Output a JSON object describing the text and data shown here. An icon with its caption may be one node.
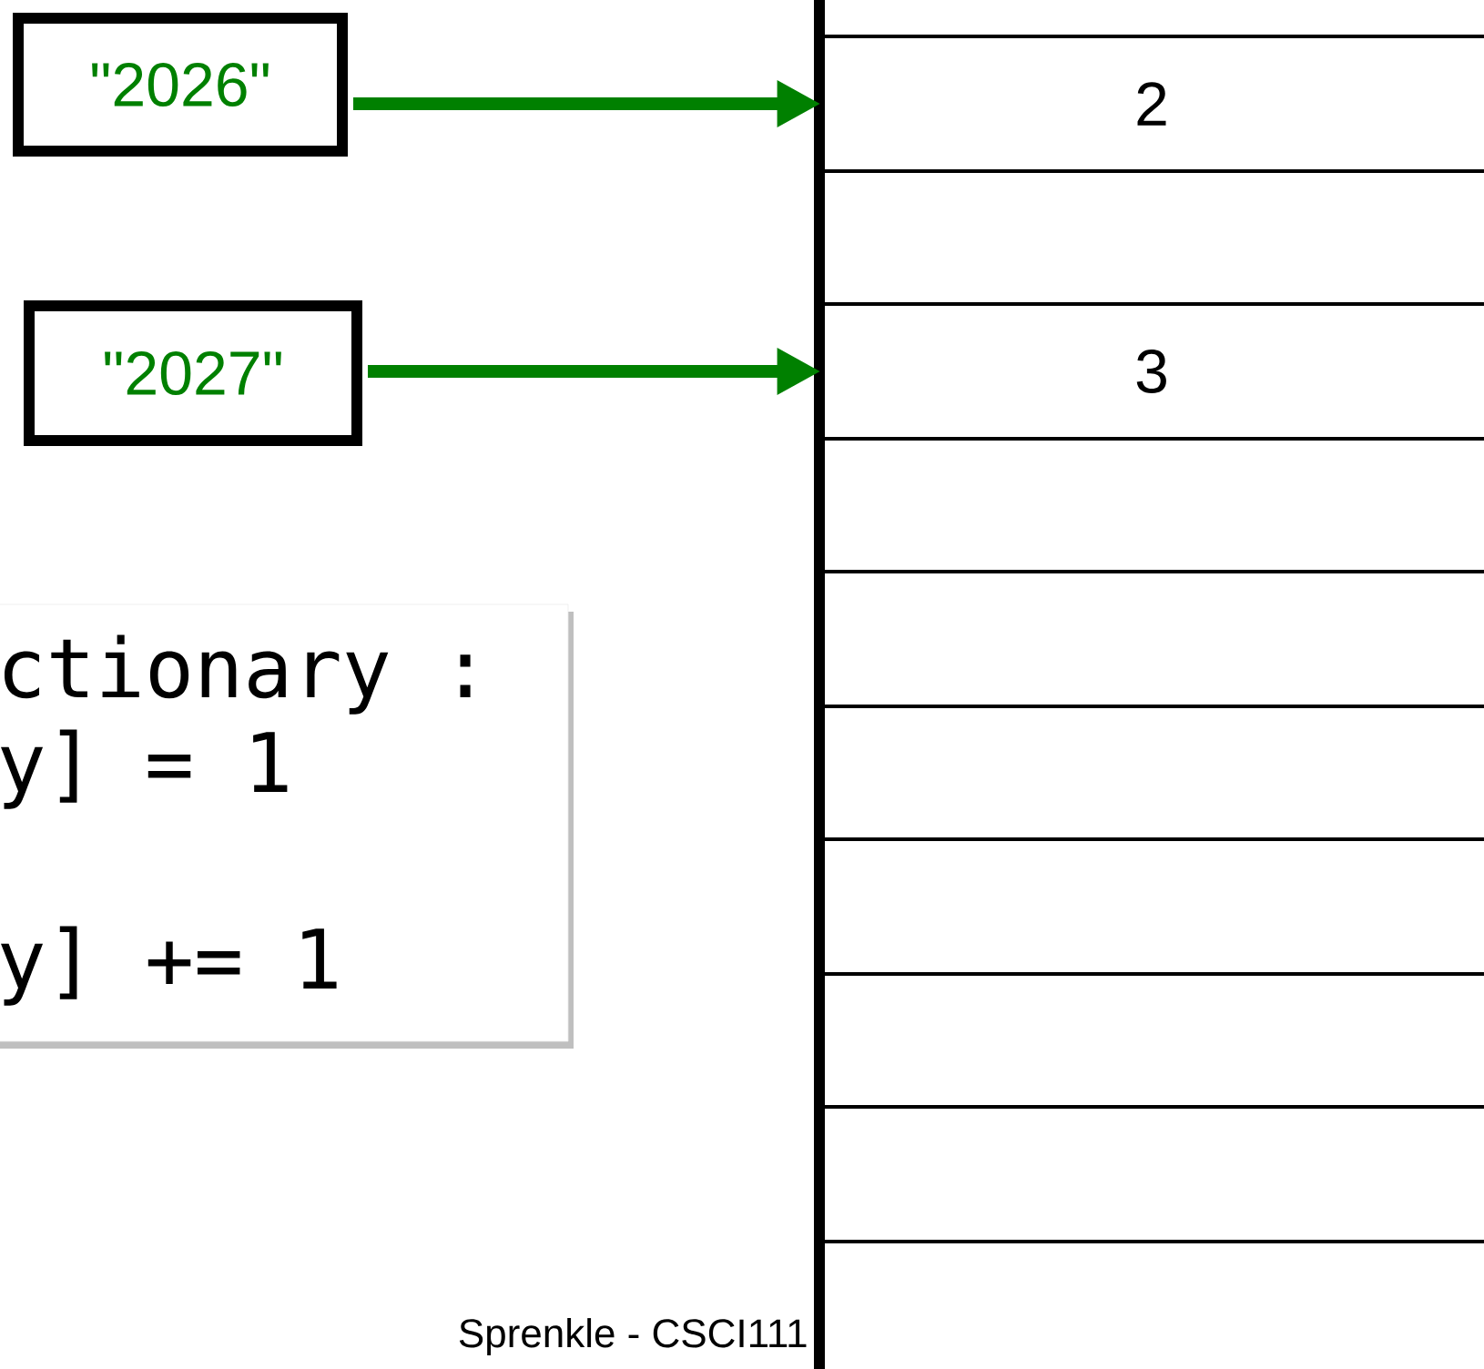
{
  "diagram": {
    "nodes": [
      {
        "text": [
          "\"2026\""
        ]
      },
      {
        "text": [
          "\"2027\""
        ]
      },
      {
        "text": [],
        "shape": "box"
      },
      {
        "text": [
          "2"
        ]
      },
      {
        "text": [],
        "shape": "box"
      },
      {
        "text": [
          "3"
        ]
      },
      {
        "text": [],
        "shape": "box"
      },
      {
        "text": [],
        "shape": "box"
      },
      {
        "text": [],
        "shape": "box"
      },
      {
        "text": [],
        "shape": "box"
      },
      {
        "text": [],
        "shape": "box"
      },
      {
        "text": [],
        "shape": "box"
      },
      {
        "text": [],
        "shape": "box"
      },
      {
        "text": [
          "ctionary :",
          "y] = 1",
          "y] += 1"
        ]
      }
    ],
    "edges": [
      {
        "from": 0,
        "to": 3,
        "arrow": "to"
      },
      {
        "from": 1,
        "to": 5,
        "arrow": "to"
      }
    ],
    "labels": [
      "Sprenkle - CSCI111"
    ]
  }
}
